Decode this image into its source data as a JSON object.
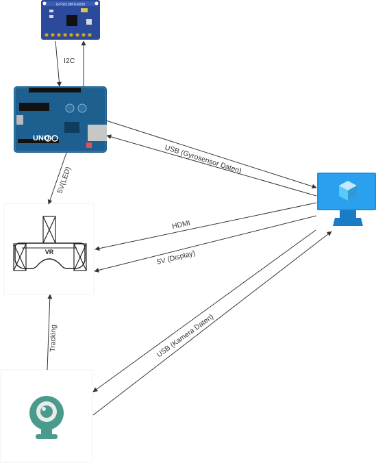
{
  "nodes": {
    "gyro_sensor": {
      "icon": "gyro-sensor-board-icon",
      "board_text": "GY-521 MPU-6050"
    },
    "arduino": {
      "icon": "arduino-uno-icon",
      "board_text": "UNO"
    },
    "vr_headset": {
      "icon": "vr-headset-icon",
      "text": "VR"
    },
    "computer": {
      "icon": "monitor-pc-icon"
    },
    "camera": {
      "icon": "webcam-icon"
    }
  },
  "edges": {
    "i2c": "I2C",
    "led_power": "5V(LED)",
    "usb_gyro": "USB (Gyrosensor Daten)",
    "hdmi": "HDMI",
    "display_power": "5V (Display)",
    "usb_camera": "USB (Kamera Daten)",
    "tracking": "Tracking"
  },
  "colors": {
    "arduino_blue": "#1d5f8f",
    "sensor_blue": "#2b4a9c",
    "monitor_blue": "#1e8fe0",
    "camera_teal": "#4a9b8e",
    "line": "#333333"
  }
}
